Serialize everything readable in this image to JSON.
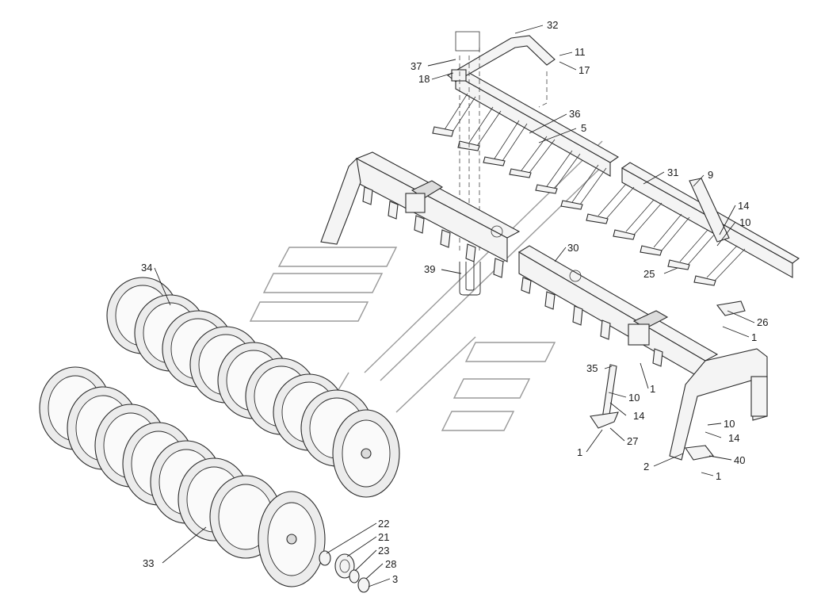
{
  "diagram": {
    "callouts": [
      {
        "id": "c32a",
        "text": "32"
      },
      {
        "id": "c11",
        "text": "11"
      },
      {
        "id": "c17",
        "text": "17"
      },
      {
        "id": "c37",
        "text": "37"
      },
      {
        "id": "c18",
        "text": "18"
      },
      {
        "id": "c36",
        "text": "36"
      },
      {
        "id": "c5",
        "text": "5"
      },
      {
        "id": "c31",
        "text": "31"
      },
      {
        "id": "c9",
        "text": "9"
      },
      {
        "id": "c14a",
        "text": "14"
      },
      {
        "id": "c10a",
        "text": "10"
      },
      {
        "id": "c25",
        "text": "25"
      },
      {
        "id": "c30",
        "text": "30"
      },
      {
        "id": "c39",
        "text": "39"
      },
      {
        "id": "c34",
        "text": "34"
      },
      {
        "id": "c26",
        "text": "26"
      },
      {
        "id": "c1a",
        "text": "1"
      },
      {
        "id": "c35",
        "text": "35"
      },
      {
        "id": "c1b",
        "text": "1"
      },
      {
        "id": "c10b",
        "text": "10"
      },
      {
        "id": "c14b",
        "text": "14"
      },
      {
        "id": "c27",
        "text": "27"
      },
      {
        "id": "c1c",
        "text": "1"
      },
      {
        "id": "c10c",
        "text": "10"
      },
      {
        "id": "c14c",
        "text": "14"
      },
      {
        "id": "c2",
        "text": "2"
      },
      {
        "id": "c40",
        "text": "40"
      },
      {
        "id": "c1d",
        "text": "1"
      },
      {
        "id": "c22",
        "text": "22"
      },
      {
        "id": "c21",
        "text": "21"
      },
      {
        "id": "c23",
        "text": "23"
      },
      {
        "id": "c33",
        "text": "33"
      },
      {
        "id": "c28",
        "text": "28"
      },
      {
        "id": "c3",
        "text": "3"
      }
    ]
  }
}
